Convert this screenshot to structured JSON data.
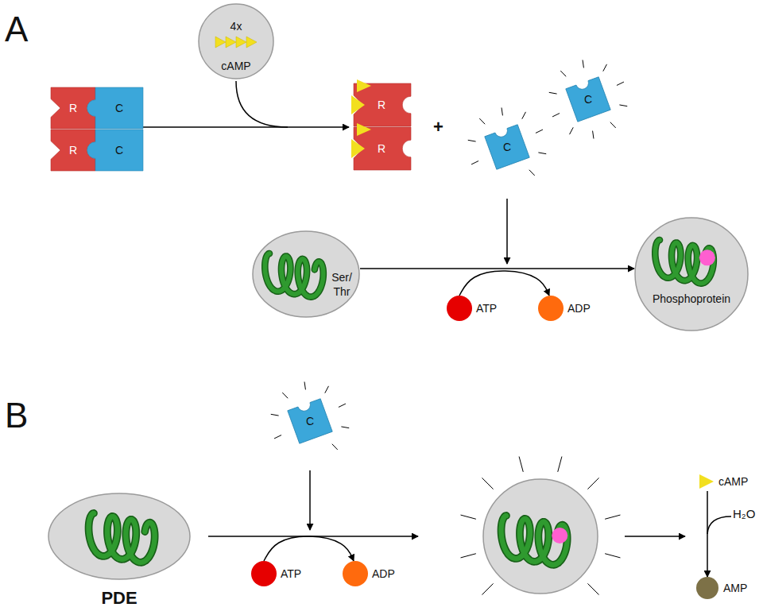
{
  "diagram": {
    "nodes": [
      {
        "text": [
          "4x",
          "cAMP"
        ]
      },
      {
        "text": [
          "R"
        ]
      },
      {
        "text": [
          "C"
        ]
      },
      {
        "text": [
          "R"
        ]
      },
      {
        "text": [
          "C"
        ]
      },
      {
        "text": [
          "R"
        ]
      },
      {
        "text": [
          "R"
        ]
      },
      {
        "text": [
          "C"
        ]
      },
      {
        "text": [
          "C"
        ]
      },
      {
        "text": [
          "Ser/ Thr"
        ]
      },
      {
        "text": [
          "ATP"
        ]
      },
      {
        "text": [
          "ADP"
        ]
      },
      {
        "text": [
          "Phosphoprotein"
        ]
      },
      {
        "text": [
          "C"
        ]
      },
      {
        "text": [
          "PDE"
        ]
      },
      {
        "text": [
          "ATP"
        ]
      },
      {
        "text": [
          "ADP"
        ]
      },
      {
        "text": [
          "cAMP"
        ]
      },
      {
        "text": [
          "AMP"
        ]
      }
    ],
    "edges": [
      {
        "from": 2,
        "to": 5,
        "arrow": "to"
      },
      {
        "from": 9,
        "to": 12,
        "arrow": "to"
      },
      {
        "from": 10,
        "to": 11,
        "arrow": "to"
      },
      {
        "from": 15,
        "to": 16,
        "arrow": "to"
      },
      {
        "from": 17,
        "to": 18,
        "arrow": "to"
      }
    ],
    "labels": [
      "A",
      "+",
      "B",
      "H₂O"
    ]
  }
}
